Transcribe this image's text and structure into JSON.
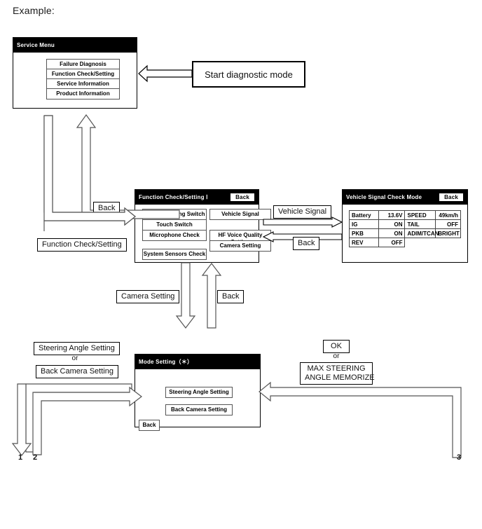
{
  "caption": "Example:",
  "colors": {
    "title_bar": "#000000",
    "panel_border": "#000000",
    "page_bg": "#ffffff",
    "label_border": "#000000"
  },
  "panels": {
    "service_menu": {
      "title": "Service Menu",
      "buttons": [
        "Failure Diagnosis",
        "Function Check/Setting",
        "Service Information",
        "Product Information"
      ]
    },
    "function_check": {
      "title": "Function Check/Setting Ⅰ",
      "back_label": "Back",
      "left_buttons": [
        "Panel&Steering Switch",
        "Touch Switch",
        "Microphone Check",
        "System Sensors Check"
      ],
      "right_buttons": [
        "Vehicle Signal",
        "HF Voice Quality Setting",
        "Camera Setting"
      ]
    },
    "vehicle_signal": {
      "title": "Vehicle Signal Check Mode",
      "back_label": "Back",
      "rows": [
        {
          "k1": "Battery",
          "v1": "13.6V",
          "k2": "SPEED",
          "v2": "49km/h"
        },
        {
          "k1": "IG",
          "v1": "ON",
          "k2": "TAIL",
          "v2": "OFF"
        },
        {
          "k1": "PKB",
          "v1": "ON",
          "k2": "ADIM/TCAN",
          "v2": "BRIGHT"
        },
        {
          "k1": "REV",
          "v1": "OFF",
          "k2": "",
          "v2": ""
        }
      ]
    },
    "mode_setting": {
      "title": "Mode Setting（＊）",
      "buttons": [
        "Steering Angle Setting",
        "Back Camera Setting"
      ],
      "back_label": "Back"
    }
  },
  "annotations": {
    "start_diagnostic": "Start diagnostic mode",
    "back_to_service_menu": "Back",
    "function_check_setting": "Function Check/Setting",
    "vehicle_signal": "Vehicle Signal",
    "back_from_vehicle_signal": "Back",
    "camera_setting": "Camera Setting",
    "back_from_mode_setting": "Back",
    "steering_angle_setting": "Steering Angle Setting",
    "or_left": "or",
    "back_camera_setting": "Back Camera Setting",
    "ok": "OK",
    "or_right": "or",
    "max_steering": "MAX STEERING\nANGLE MEMORIZE",
    "max_steering_line1": "MAX STEERING",
    "max_steering_line2": "ANGLE MEMORIZE"
  },
  "flow_numbers": {
    "one": "1",
    "two": "2",
    "three": "3"
  }
}
